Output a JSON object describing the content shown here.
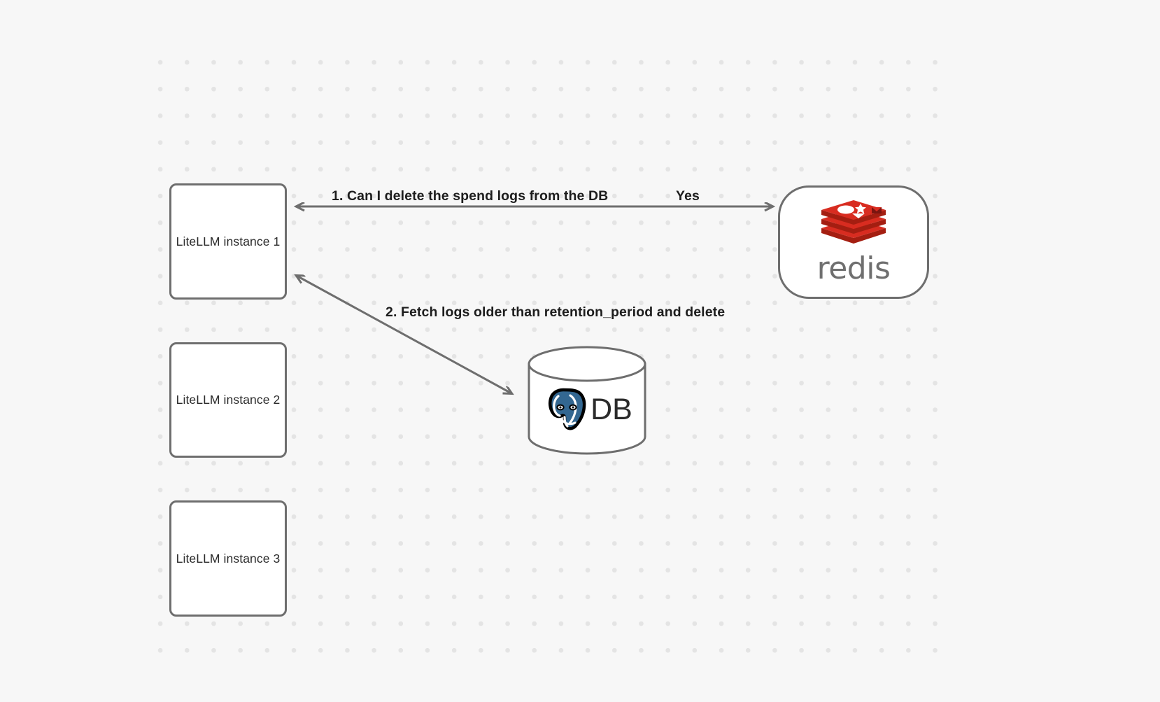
{
  "diagram": {
    "background_color": "#f7f7f7",
    "grid_dot_color": "#e4e4e4",
    "stroke_color": "#6e6e6e",
    "nodes": [
      {
        "id": "instance-1",
        "label": "LiteLLM instance 1",
        "shape": "rounded-rect"
      },
      {
        "id": "instance-2",
        "label": "LiteLLM instance 2",
        "shape": "rounded-rect"
      },
      {
        "id": "instance-3",
        "label": "LiteLLM instance 3",
        "shape": "rounded-rect"
      },
      {
        "id": "redis",
        "label": "redis",
        "shape": "stadium",
        "brand_color": "#d32215"
      },
      {
        "id": "postgres-db",
        "label": "DB",
        "shape": "cylinder",
        "brand_color": "#336791"
      }
    ],
    "edges": [
      {
        "id": "edge-1",
        "from": "instance-1",
        "to": "redis",
        "label": "1.  Can I delete the spend logs from the DB",
        "direction": "bidirectional"
      },
      {
        "id": "edge-2",
        "from": "redis",
        "to": "instance-1",
        "label": "Yes",
        "direction": "to-instance"
      },
      {
        "id": "edge-3",
        "from": "instance-1",
        "to": "postgres-db",
        "label": "2.  Fetch logs older than retention_period and delete",
        "direction": "bidirectional"
      }
    ]
  }
}
